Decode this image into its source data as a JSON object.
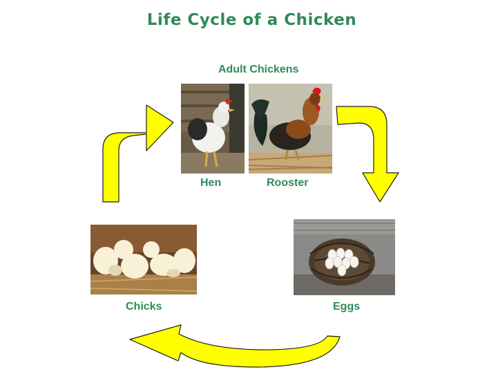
{
  "title": "Life Cycle of a Chicken",
  "labels": {
    "adult_chickens": "Adult Chickens",
    "hen": "Hen",
    "rooster": "Rooster",
    "eggs": "Eggs",
    "chicks": "Chicks"
  },
  "colors": {
    "title_text": "#2f8a5a",
    "label_text": "#2f8a5a",
    "arrow_fill": "#ffff00",
    "arrow_stroke": "#1a1a1a"
  },
  "icons": {
    "hen": "hen-photo",
    "rooster": "rooster-photo",
    "eggs": "eggs-in-nest-photo",
    "chicks": "chicks-photo",
    "arrows": "curved-arrow-icon"
  }
}
